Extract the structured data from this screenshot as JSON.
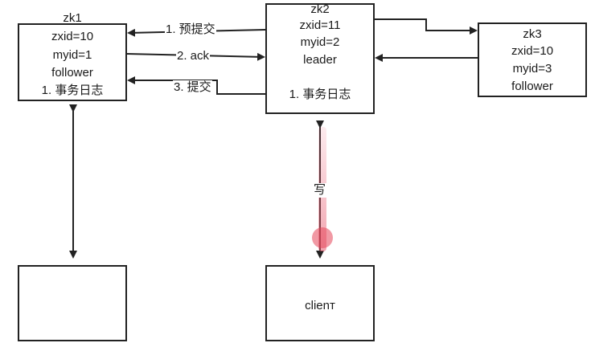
{
  "nodes": {
    "zk1": {
      "lines": [
        "zk1",
        "zxid=10",
        "myid=1",
        "follower",
        "1. 事务日志"
      ]
    },
    "zk2": {
      "lines": [
        "zk2",
        "zxid=11",
        "myid=2",
        "leader",
        "",
        "1. 事务日志"
      ]
    },
    "zk3": {
      "lines": [
        "zk3",
        "zxid=10",
        "myid=3",
        "follower"
      ]
    },
    "empty": {
      "lines": []
    },
    "client": {
      "lines": [
        "clienт"
      ]
    }
  },
  "edges": {
    "propose": "1. 预提交",
    "ack": "2. ack",
    "commit": "3. 提交",
    "write": "写"
  }
}
